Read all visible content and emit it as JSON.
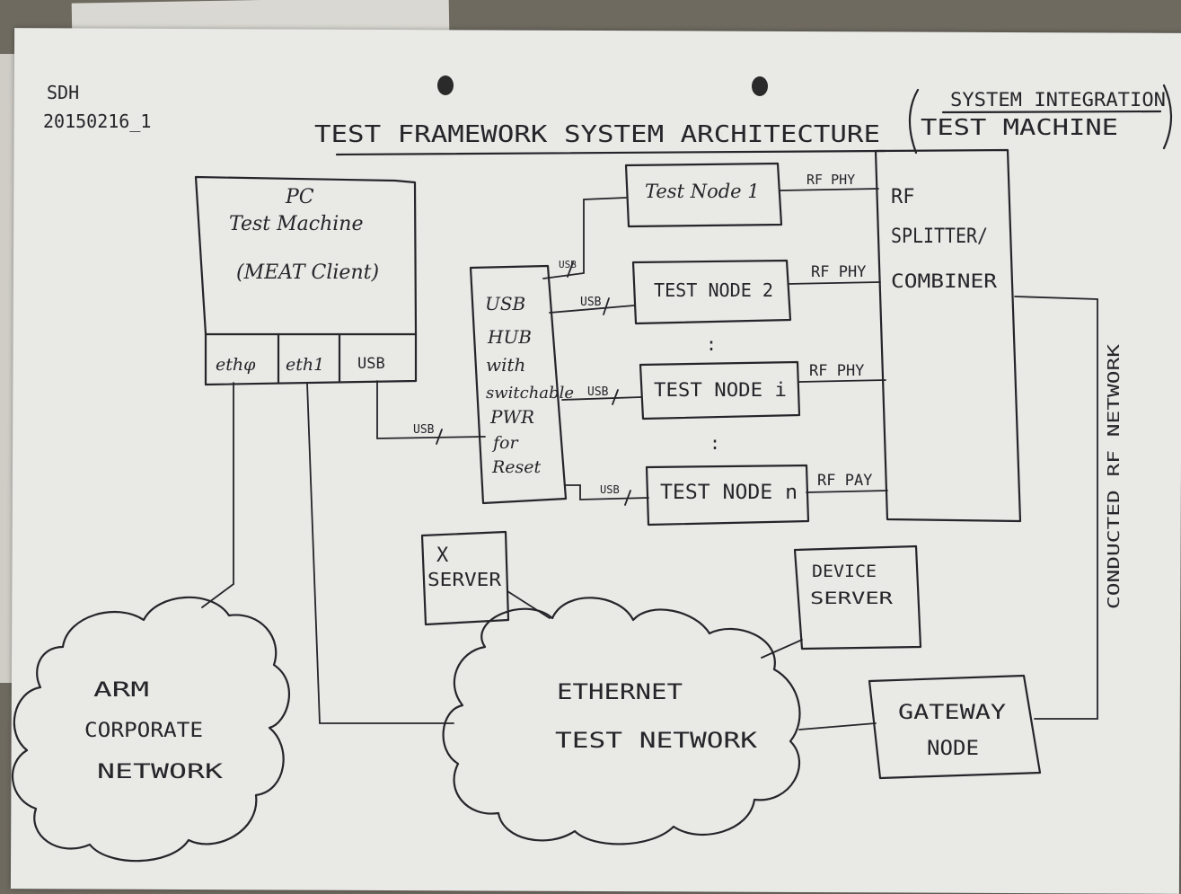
{
  "header": {
    "author": "SDH",
    "date_code": "20150216_1",
    "title": "TEST FRAMEWORK SYSTEM ARCHITECTURE",
    "subtitle_line1": "SYSTEM INTEGRATION",
    "subtitle_line2": "TEST MACHINE"
  },
  "pc": {
    "line1": "PC",
    "line2": "Test Machine",
    "line3": "(MEAT Client)",
    "port_eth0": "ethφ",
    "port_eth1": "eth1",
    "port_usb": "USB"
  },
  "usb_hub": {
    "lines": [
      "USB",
      "HUB",
      "with",
      "switchable",
      "PWR",
      "for",
      "Reset"
    ]
  },
  "links": {
    "usb": "USB",
    "rf_phy": "RF PHY",
    "rf_pay": "RF PAY"
  },
  "test_nodes": {
    "node1": "Test Node 1",
    "node2": "TEST NODE 2",
    "node_i": "TEST NODE i",
    "node_n": "TEST NODE n",
    "ellipsis": ":"
  },
  "rf_splitter": {
    "line1": "RF",
    "line2": "SPLITTER/",
    "line3": "COMBINER"
  },
  "conducted_label": "CONDUCTED RF NETWORK",
  "x_server": {
    "line1": "X",
    "line2": "SERVER"
  },
  "device_server": {
    "line1": "DEVICE",
    "line2": "SERVER"
  },
  "gateway": {
    "line1": "GATEWAY",
    "line2": "NODE"
  },
  "ethernet_cloud": {
    "line1": "ETHERNET",
    "line2": "TEST NETWORK"
  },
  "arm_cloud": {
    "line1": "ARM",
    "line2": "CORPORATE",
    "line3": "NETWORK"
  }
}
